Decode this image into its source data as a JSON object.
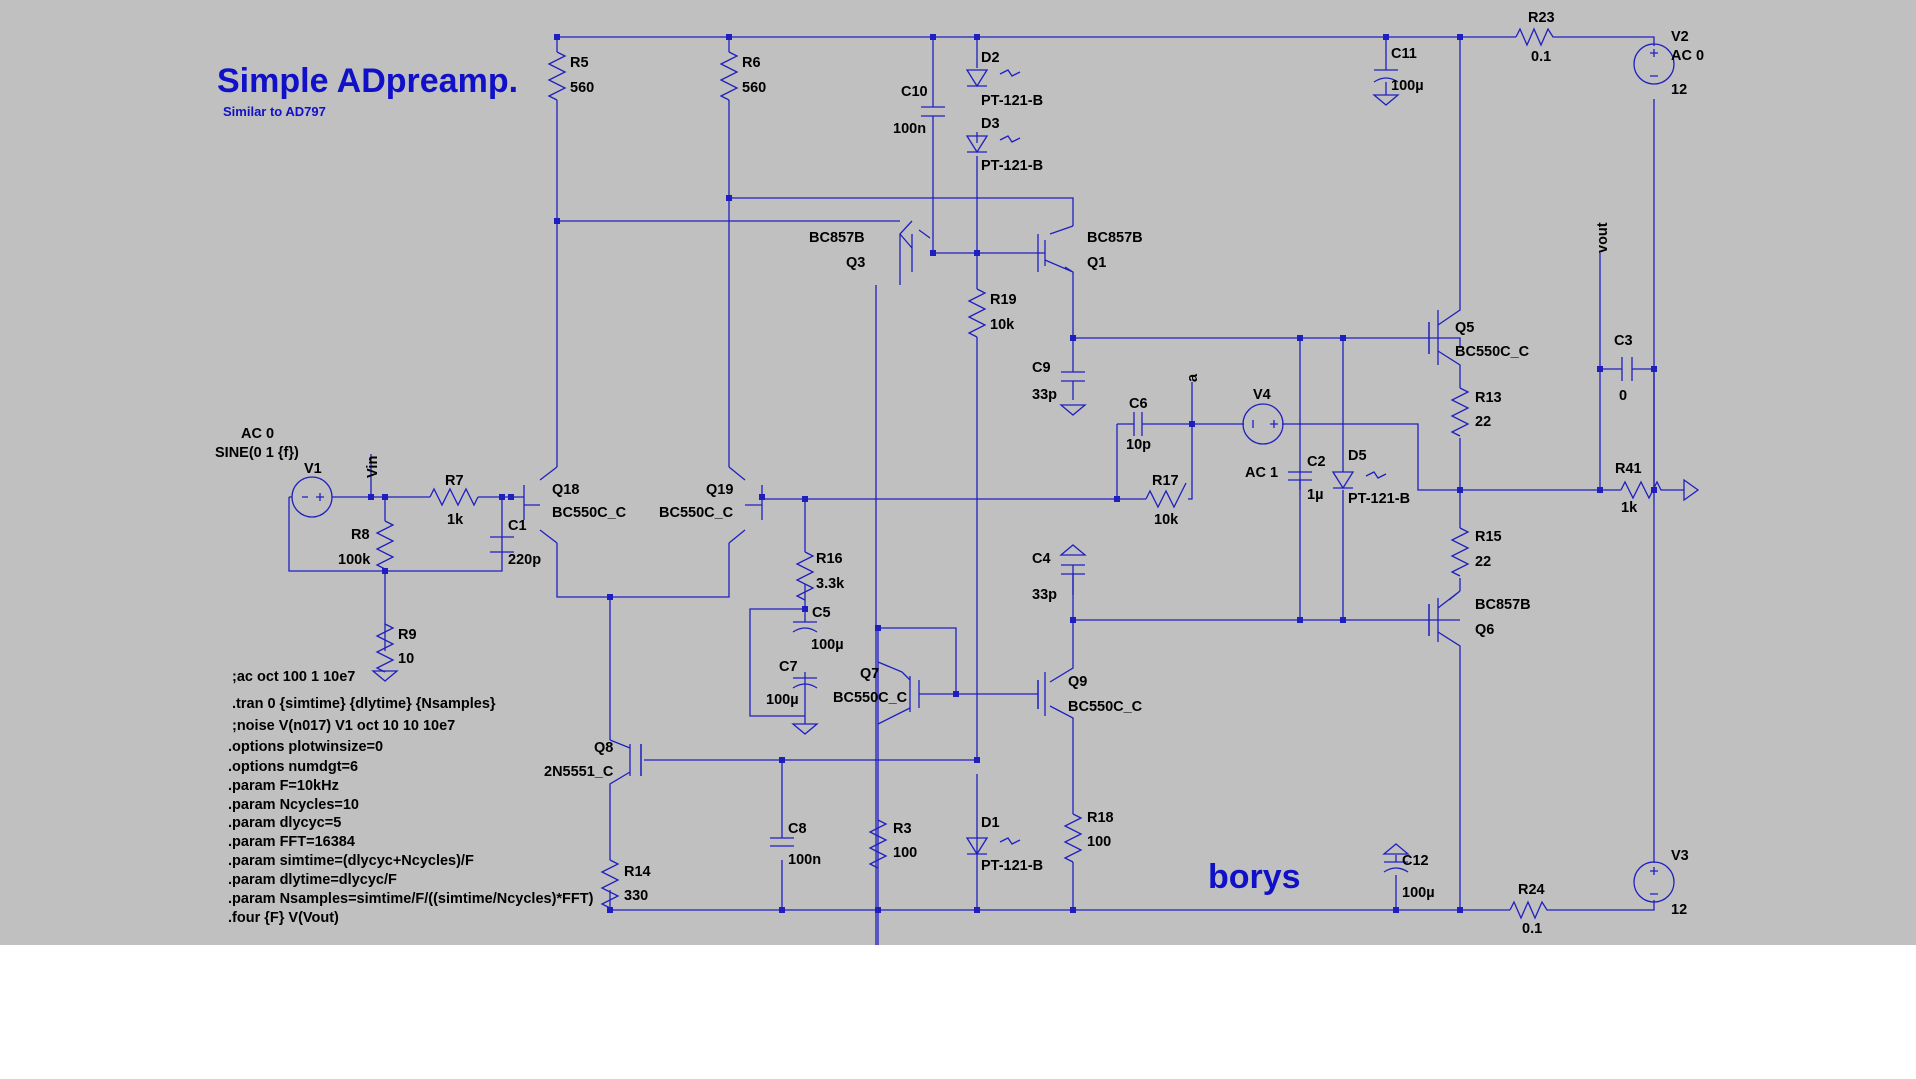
{
  "title": "Simple ADpreamp.",
  "subtitle": "Similar to AD797",
  "author": "borys",
  "colors": {
    "background": "#c0c0c0",
    "wire": "#1f1fbf",
    "title": "#1010c8",
    "text": "#000000"
  },
  "labels": {
    "R5": "R5",
    "R5v": "560",
    "R6": "R6",
    "R6v": "560",
    "C10": "C10",
    "C10v": "100n",
    "D2": "D2",
    "D2v": "PT-121-B",
    "D3": "D3",
    "D3v": "PT-121-B",
    "C11": "C11",
    "C11v": "100µ",
    "R23": "R23",
    "R23v": "0.1",
    "V2": "V2",
    "V2a": "AC 0",
    "V2v": "12",
    "Q3": "Q3",
    "Q3v": "BC857B",
    "Q1": "Q1",
    "Q1v": "BC857B",
    "R19": "R19",
    "R19v": "10k",
    "vout": "vout",
    "Q5": "Q5",
    "Q5v": "BC550C_C",
    "C9": "C9",
    "C9v": "33p",
    "C6": "C6",
    "C6v": "10p",
    "a": "a",
    "V4": "V4",
    "V4a": "AC 1",
    "R13": "R13",
    "R13v": "22",
    "C3": "C3",
    "C3v": "0",
    "V1a": "AC 0",
    "V1s": "SINE(0 1 {f})",
    "V1": "V1",
    "Vin": "Vin",
    "R7": "R7",
    "R7v": "1k",
    "Q18": "Q18",
    "Q18v": "BC550C_C",
    "Q19": "Q19",
    "Q19v": "BC550C_C",
    "C2": "C2",
    "C2v": "1µ",
    "D5": "D5",
    "D5v": "PT-121-B",
    "R41": "R41",
    "R41v": "1k",
    "R8": "R8",
    "R8v": "100k",
    "C1": "C1",
    "C1v": "220p",
    "R17": "R17",
    "R17v": "10k",
    "R15": "R15",
    "R15v": "22",
    "R16": "R16",
    "R16v": "3.3k",
    "C4": "C4",
    "C4v": "33p",
    "Q6": "Q6",
    "Q6v": "BC857B",
    "C5": "C5",
    "C5v": "100µ",
    "R9": "R9",
    "R9v": "10",
    "C7": "C7",
    "C7v": "100µ",
    "Q7": "Q7",
    "Q7v": "BC550C_C",
    "Q9": "Q9",
    "Q9v": "BC550C_C",
    "Q8": "Q8",
    "Q8v": "2N5551_C",
    "C8": "C8",
    "C8v": "100n",
    "R3": "R3",
    "R3v": "100",
    "D1": "D1",
    "D1v": "PT-121-B",
    "R18": "R18",
    "R18v": "100",
    "R14": "R14",
    "R14v": "330",
    "C12": "C12",
    "C12v": "100µ",
    "R24": "R24",
    "R24v": "0.1",
    "V3": "V3",
    "V3v": "12"
  },
  "directives": [
    ";ac oct 100 1 10e7",
    ".tran 0 {simtime} {dlytime} {Nsamples}",
    ";noise V(n017) V1 oct 10 10 10e7",
    ".options plotwinsize=0",
    ".options numdgt=6",
    ".param F=10kHz",
    ".param Ncycles=10",
    ".param dlycyc=5",
    ".param FFT=16384",
    ".param simtime=(dlycyc+Ncycles)/F",
    ".param dlytime=dlycyc/F",
    ".param Nsamples=simtime/F/((simtime/Ncycles)*FFT)",
    ".four {F} V(Vout)"
  ]
}
